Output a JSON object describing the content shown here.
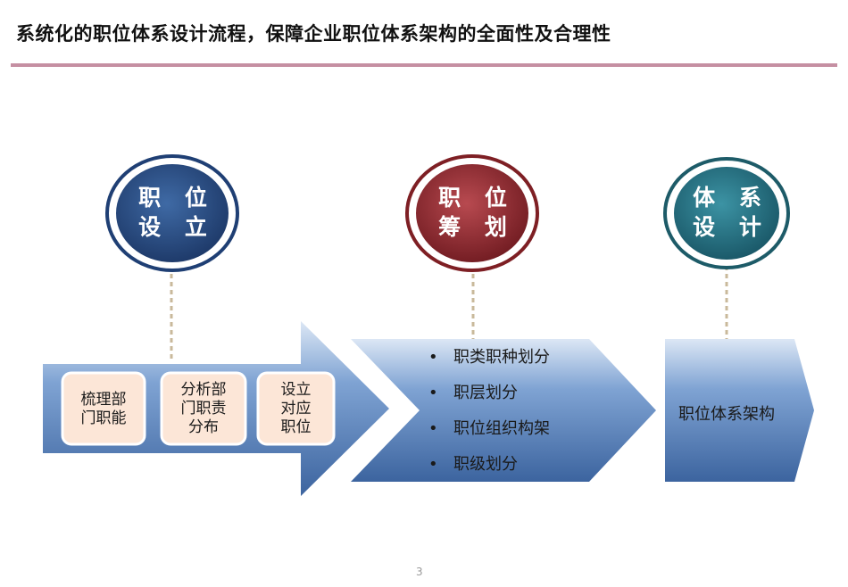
{
  "title": "系统化的职位体系设计流程，保障企业职位体系架构的全面性及合理性",
  "colors": {
    "title_rule": "#c58fa2",
    "circle_navy": "#1f3f74",
    "circle_maroon": "#7e1f24",
    "circle_teal": "#1d5b68",
    "arrow_blue": "#4a79b5",
    "box_fill": "#fce6d7",
    "connector": "#c9b99b"
  },
  "stages": [
    {
      "label": "职 位\n设 立",
      "icon": "circle-badge-navy"
    },
    {
      "label": "职 位\n筹 划",
      "icon": "circle-badge-maroon"
    },
    {
      "label": "体 系\n设 计",
      "icon": "circle-badge-teal"
    }
  ],
  "stage1_boxes": [
    "梳理部\n门职能",
    "分析部\n门职责\n分布",
    "设立\n对应\n职位"
  ],
  "stage2_bullet_symbol": "•",
  "stage2_items": [
    "职类职种划分",
    "职层划分",
    "职位组织构架",
    "职级划分"
  ],
  "stage3_text": "职位体系架构",
  "page_number": "3"
}
